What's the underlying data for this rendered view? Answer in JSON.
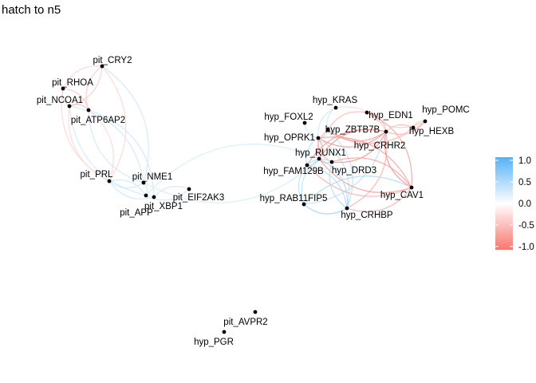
{
  "title": "hatch to n5",
  "legend": {
    "ticks": [
      "1.0",
      "0.5",
      "0.0",
      "-0.5",
      "-1.0"
    ],
    "colors": {
      "high": "#56B1F7",
      "mid": "#FFFFFF",
      "low": "#F8766D"
    }
  },
  "nodes": [
    {
      "id": "pit_CRY2"
    },
    {
      "id": "pit_RHOA"
    },
    {
      "id": "pit_NCOA1"
    },
    {
      "id": "pit_ATP6AP2"
    },
    {
      "id": "pit_PRL"
    },
    {
      "id": "pit_NME1"
    },
    {
      "id": "pit_EIF2AK3"
    },
    {
      "id": "pit_APP"
    },
    {
      "id": "pit_XBP1"
    },
    {
      "id": "hyp_KRAS"
    },
    {
      "id": "hyp_EDN1"
    },
    {
      "id": "hyp_POMC"
    },
    {
      "id": "hyp_FOXL2"
    },
    {
      "id": "hyp_HEXB"
    },
    {
      "id": "hyp_ZBTB7B"
    },
    {
      "id": "hyp_OPRK1"
    },
    {
      "id": "hyp_CRHR2"
    },
    {
      "id": "hyp_RUNX1"
    },
    {
      "id": "hyp_FAM129B"
    },
    {
      "id": "hyp_DRD3"
    },
    {
      "id": "hyp_RAB11FIP5"
    },
    {
      "id": "hyp_CAV1"
    },
    {
      "id": "hyp_CRHBP"
    },
    {
      "id": "pit_AVPR2"
    },
    {
      "id": "hyp_PGR"
    }
  ],
  "edges": [
    {
      "a": "pit_CRY2",
      "b": "pit_NCOA1",
      "w": -0.4
    },
    {
      "a": "pit_CRY2",
      "b": "pit_ATP6AP2",
      "w": -0.4
    },
    {
      "a": "pit_CRY2",
      "b": "pit_PRL",
      "w": -0.3
    },
    {
      "a": "pit_CRY2",
      "b": "pit_RHOA",
      "w": -0.3
    },
    {
      "a": "pit_CRY2",
      "b": "pit_NME1",
      "w": 0.3
    },
    {
      "a": "pit_RHOA",
      "b": "pit_NCOA1",
      "w": -0.4
    },
    {
      "a": "pit_RHOA",
      "b": "pit_ATP6AP2",
      "w": -0.4
    },
    {
      "a": "pit_RHOA",
      "b": "pit_PRL",
      "w": -0.3
    },
    {
      "a": "pit_NCOA1",
      "b": "pit_ATP6AP2",
      "w": -0.5
    },
    {
      "a": "pit_NCOA1",
      "b": "pit_PRL",
      "w": -0.3
    },
    {
      "a": "pit_NCOA1",
      "b": "pit_NME1",
      "w": 0.3
    },
    {
      "a": "pit_NCOA1",
      "b": "pit_APP",
      "w": 0.3
    },
    {
      "a": "pit_ATP6AP2",
      "b": "pit_PRL",
      "w": -0.3
    },
    {
      "a": "pit_ATP6AP2",
      "b": "pit_NME1",
      "w": 0.3
    },
    {
      "a": "pit_ATP6AP2",
      "b": "pit_XBP1",
      "w": 0.3
    },
    {
      "a": "pit_PRL",
      "b": "pit_NME1",
      "w": 0.3
    },
    {
      "a": "pit_PRL",
      "b": "pit_APP",
      "w": 0.3
    },
    {
      "a": "pit_PRL",
      "b": "pit_XBP1",
      "w": 0.3
    },
    {
      "a": "pit_NME1",
      "b": "pit_APP",
      "w": 0.3
    },
    {
      "a": "pit_NME1",
      "b": "hyp_RUNX1",
      "w": 0.25
    },
    {
      "a": "pit_APP",
      "b": "hyp_RUNX1",
      "w": 0.25
    },
    {
      "a": "pit_APP",
      "b": "pit_EIF2AK3",
      "w": 0.3
    },
    {
      "a": "pit_XBP1",
      "b": "pit_EIF2AK3",
      "w": 0.3
    },
    {
      "a": "hyp_KRAS",
      "b": "hyp_ZBTB7B",
      "w": 0.3
    },
    {
      "a": "hyp_KRAS",
      "b": "hyp_CRHR2",
      "w": -0.3
    },
    {
      "a": "hyp_KRAS",
      "b": "hyp_OPRK1",
      "w": 0.3
    },
    {
      "a": "hyp_EDN1",
      "b": "hyp_CRHR2",
      "w": -0.6
    },
    {
      "a": "hyp_EDN1",
      "b": "hyp_ZBTB7B",
      "w": -0.5
    },
    {
      "a": "hyp_EDN1",
      "b": "hyp_CAV1",
      "w": -0.7
    },
    {
      "a": "hyp_EDN1",
      "b": "hyp_POMC",
      "w": -0.4
    },
    {
      "a": "hyp_POMC",
      "b": "hyp_CRHR2",
      "w": -0.6
    },
    {
      "a": "hyp_POMC",
      "b": "hyp_HEXB",
      "w": -0.4
    },
    {
      "a": "hyp_POMC",
      "b": "hyp_ZBTB7B",
      "w": -0.4
    },
    {
      "a": "hyp_HEXB",
      "b": "hyp_CRHR2",
      "w": -0.5
    },
    {
      "a": "hyp_HEXB",
      "b": "hyp_ZBTB7B",
      "w": -0.4
    },
    {
      "a": "hyp_ZBTB7B",
      "b": "hyp_CRHR2",
      "w": -0.7
    },
    {
      "a": "hyp_ZBTB7B",
      "b": "hyp_OPRK1",
      "w": 0.4
    },
    {
      "a": "hyp_ZBTB7B",
      "b": "hyp_RUNX1",
      "w": -0.6
    },
    {
      "a": "hyp_ZBTB7B",
      "b": "hyp_CRHBP",
      "w": 0.4
    },
    {
      "a": "hyp_OPRK1",
      "b": "hyp_CRHR2",
      "w": -0.8
    },
    {
      "a": "hyp_OPRK1",
      "b": "hyp_RUNX1",
      "w": -0.7
    },
    {
      "a": "hyp_OPRK1",
      "b": "hyp_DRD3",
      "w": -0.6
    },
    {
      "a": "hyp_OPRK1",
      "b": "hyp_CAV1",
      "w": -0.7
    },
    {
      "a": "hyp_OPRK1",
      "b": "hyp_FAM129B",
      "w": 0.4
    },
    {
      "a": "hyp_OPRK1",
      "b": "hyp_CRHBP",
      "w": 0.4
    },
    {
      "a": "hyp_CRHR2",
      "b": "hyp_RUNX1",
      "w": -0.8
    },
    {
      "a": "hyp_CRHR2",
      "b": "hyp_DRD3",
      "w": -0.8
    },
    {
      "a": "hyp_CRHR2",
      "b": "hyp_CAV1",
      "w": -0.8
    },
    {
      "a": "hyp_CRHR2",
      "b": "hyp_CRHBP",
      "w": -0.6
    },
    {
      "a": "hyp_CRHR2",
      "b": "hyp_FAM129B",
      "w": -0.7
    },
    {
      "a": "hyp_CRHR2",
      "b": "hyp_RAB11FIP5",
      "w": 0.4
    },
    {
      "a": "hyp_RUNX1",
      "b": "hyp_DRD3",
      "w": -0.6
    },
    {
      "a": "hyp_RUNX1",
      "b": "hyp_FAM129B",
      "w": 0.5
    },
    {
      "a": "hyp_RUNX1",
      "b": "hyp_CAV1",
      "w": -0.7
    },
    {
      "a": "hyp_RUNX1",
      "b": "hyp_CRHBP",
      "w": 0.5
    },
    {
      "a": "hyp_RUNX1",
      "b": "hyp_RAB11FIP5",
      "w": 0.4
    },
    {
      "a": "hyp_FAM129B",
      "b": "hyp_DRD3",
      "w": 0.4
    },
    {
      "a": "hyp_FAM129B",
      "b": "hyp_CAV1",
      "w": -0.6
    },
    {
      "a": "hyp_FAM129B",
      "b": "hyp_CRHBP",
      "w": 0.5
    },
    {
      "a": "hyp_FAM129B",
      "b": "hyp_RAB11FIP5",
      "w": 0.4
    },
    {
      "a": "hyp_DRD3",
      "b": "hyp_CAV1",
      "w": -0.7
    },
    {
      "a": "hyp_DRD3",
      "b": "hyp_CRHBP",
      "w": 0.5
    },
    {
      "a": "hyp_CAV1",
      "b": "hyp_CRHBP",
      "w": -0.6
    },
    {
      "a": "hyp_CAV1",
      "b": "hyp_RAB11FIP5",
      "w": 0.5
    },
    {
      "a": "hyp_CRHBP",
      "b": "hyp_RAB11FIP5",
      "w": 0.6
    },
    {
      "a": "hyp_FOXL2",
      "b": "hyp_OPRK1",
      "w": 0.3
    }
  ]
}
